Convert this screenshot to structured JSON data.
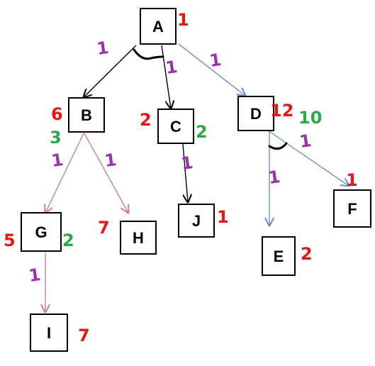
{
  "diagram": {
    "colors": {
      "node_border": "#000000",
      "edge_black": "#000000",
      "edge_blue": "#6d8fc0",
      "edge_red": "#c98282",
      "and_arc": "#000000",
      "edge_weight": "#9933aa",
      "cost_red": "#e01818",
      "cost_green": "#2aa84a"
    },
    "nodes": [
      {
        "id": "A",
        "label": "A"
      },
      {
        "id": "B",
        "label": "B"
      },
      {
        "id": "C",
        "label": "C"
      },
      {
        "id": "D",
        "label": "D"
      },
      {
        "id": "G",
        "label": "G"
      },
      {
        "id": "H",
        "label": "H"
      },
      {
        "id": "J",
        "label": "J"
      },
      {
        "id": "E",
        "label": "E"
      },
      {
        "id": "F",
        "label": "F"
      },
      {
        "id": "I",
        "label": "I"
      }
    ],
    "edges": [
      {
        "from": "A",
        "to": "B",
        "weight": "1",
        "style": "black"
      },
      {
        "from": "A",
        "to": "C",
        "weight": "1",
        "style": "black"
      },
      {
        "from": "A",
        "to": "D",
        "weight": "1",
        "style": "blue"
      },
      {
        "from": "B",
        "to": "G",
        "weight": "1",
        "style": "red"
      },
      {
        "from": "B",
        "to": "H",
        "weight": "1",
        "style": "red"
      },
      {
        "from": "C",
        "to": "J",
        "weight": "1",
        "style": "black"
      },
      {
        "from": "D",
        "to": "E",
        "weight": "1",
        "style": "blue"
      },
      {
        "from": "D",
        "to": "F",
        "weight": "1",
        "style": "blue"
      },
      {
        "from": "G",
        "to": "I",
        "weight": "1",
        "style": "red"
      }
    ],
    "cost_labels": {
      "A": {
        "red": "1"
      },
      "B": {
        "red": "6",
        "green": "3"
      },
      "C": {
        "red": "2",
        "green": "2"
      },
      "D": {
        "red": "12",
        "green": "10"
      },
      "G": {
        "red": "5",
        "green": "2"
      },
      "H": {
        "red": "7"
      },
      "J": {
        "red": "1"
      },
      "E": {
        "red": "2"
      },
      "F": {
        "red": "1"
      },
      "I": {
        "red": "7"
      }
    },
    "and_arcs": [
      {
        "node": "A",
        "children": [
          "B",
          "C"
        ]
      },
      {
        "node": "D",
        "children": [
          "E",
          "F"
        ]
      }
    ]
  }
}
